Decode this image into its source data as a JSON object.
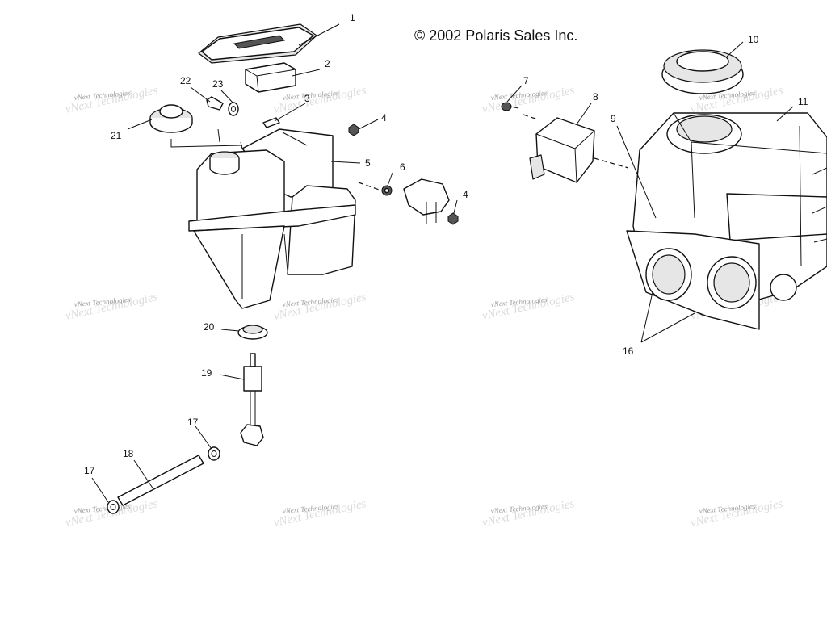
{
  "copyright": "© 2002 Polaris Sales Inc.",
  "watermark": "vNext Technologies",
  "callouts": [
    "1",
    "2",
    "3",
    "4",
    "4",
    "5",
    "6",
    "7",
    "8",
    "9",
    "10",
    "11",
    "16",
    "17",
    "17",
    "18",
    "19",
    "20",
    "21",
    "22",
    "23"
  ]
}
